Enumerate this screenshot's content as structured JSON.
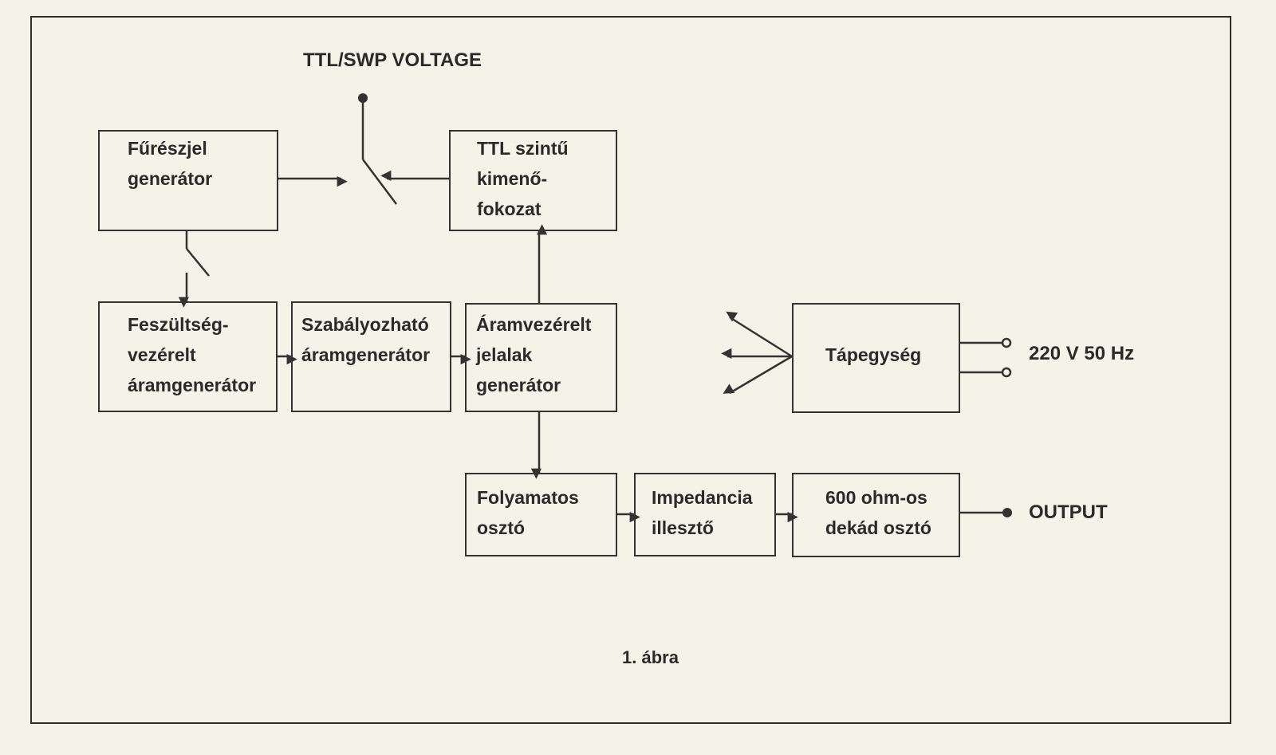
{
  "figure": {
    "caption": "1. ábra",
    "switch_label": "TTL/SWP VOLTAGE",
    "mains_label": "220 V 50 Hz",
    "output_label": "OUTPUT",
    "blocks": {
      "sawtooth": "Fűrészjel\ngenerátor",
      "ttl_stage": "TTL szintű\nkimenő-\nfokozat",
      "vcc_source": "Feszültség-\nvezérelt\náramgenerátor",
      "adjustable_source": "Szabályozható\náramgenerátor",
      "waveform_gen": "Áramvezérelt\njelalak\ngenerátor",
      "power_supply": "Tápegység",
      "continuous_divider": "Folyamatos\nosztó",
      "impedance_match": "Impedancia\nillesztő",
      "decade_divider": "600 ohm-os\ndekád osztó"
    }
  }
}
